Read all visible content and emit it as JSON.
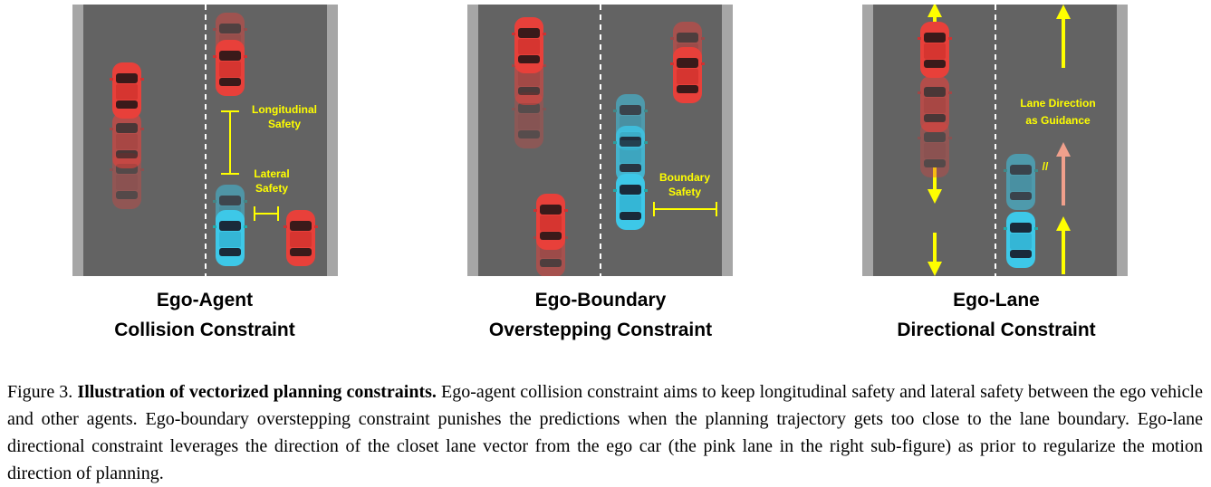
{
  "panels": [
    {
      "title_line1": "Ego-Agent",
      "title_line2": "Collision Constraint",
      "annotations": {
        "longitudinal_1": "Longitudinal",
        "longitudinal_2": "Safety",
        "lateral_1": "Lateral",
        "lateral_2": "Safety"
      }
    },
    {
      "title_line1": "Ego-Boundary",
      "title_line2": "Overstepping Constraint",
      "annotations": {
        "boundary_1": "Boundary",
        "boundary_2": "Safety"
      }
    },
    {
      "title_line1": "Ego-Lane",
      "title_line2": "Directional Constraint",
      "annotations": {
        "guidance_1": "Lane Direction",
        "guidance_2": "as Guidance",
        "mark": "//"
      }
    }
  ],
  "caption": {
    "label": "Figure 3.",
    "bold": "Illustration of vectorized planning constraints.",
    "text": "Ego-agent collision constraint aims to keep longitudinal safety and lateral safety between the ego vehicle and other agents. Ego-boundary overstepping constraint punishes the predictions when the planning trajectory gets too close to the lane boundary. Ego-lane directional constraint leverages the direction of the closet lane vector from the ego car (the pink lane in the right sub-figure) as prior to regularize the motion direction of planning."
  },
  "colors": {
    "road": "#636363",
    "curb": "#a6a6a6",
    "agent": "#e8403a",
    "ego": "#3dc8e8",
    "annotation": "#ffff00",
    "guidance_lane": "#f0a08c"
  }
}
